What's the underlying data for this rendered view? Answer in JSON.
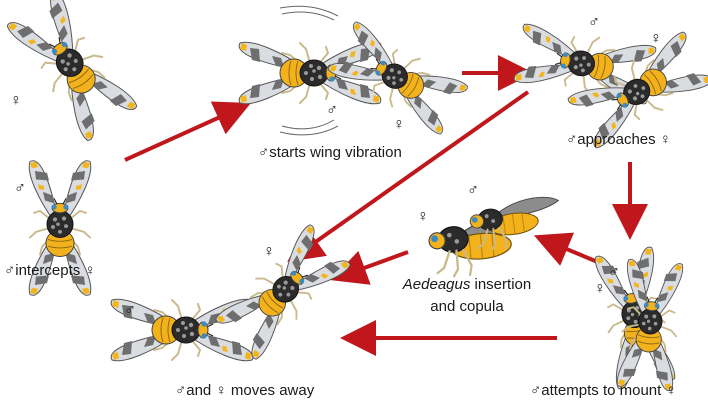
{
  "colors": {
    "arrow": "#c0171d",
    "wing": "#d9dce1",
    "wing_band": "#6e6e6e",
    "wing_spot": "#f2b51c",
    "thorax": "#2b2b2b",
    "thorax_spot": "#9a9a9a",
    "abdomen": "#f3b21c",
    "legs": "#c9b98d"
  },
  "symbols": {
    "female": "♀",
    "male": "♂"
  },
  "labels": {
    "intercepts": "♂intercepts ♀",
    "wing_vibration": "♂starts wing vibration",
    "approaches": "♂approaches ♀",
    "aedeagus_word": "Aedeagus",
    "insertion_rest": " insertion",
    "and_copula": "and copula",
    "attempts_mount": "♂attempts to mount ♀",
    "moves_away": "♂and ♀ moves away"
  },
  "stages": [
    "female-alone",
    "male-intercepts",
    "wing-vibration",
    "male-approaches",
    "attempts-mount",
    "aedeagus-copula",
    "moves-away"
  ]
}
